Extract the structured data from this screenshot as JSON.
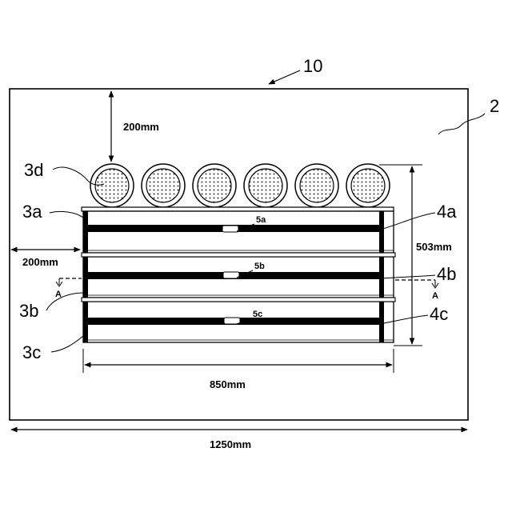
{
  "labels": {
    "device": "10",
    "base": "2",
    "rollers": "3d",
    "tray_a": "3a",
    "tray_b": "3b",
    "tray_c": "3c",
    "belt_a": "4a",
    "belt_b": "4b",
    "belt_c": "4c",
    "sensor_a": "5a",
    "sensor_b": "5b",
    "sensor_c": "5c",
    "section_left": "A",
    "section_right": "A"
  },
  "dimensions": {
    "top_gap": "200mm",
    "left_gap": "200mm",
    "assembly_height": "503mm",
    "assembly_width": "850mm",
    "total_width": "1250mm"
  },
  "roller_count": 6,
  "colors": {
    "ink": "#000000",
    "paper": "#ffffff"
  }
}
